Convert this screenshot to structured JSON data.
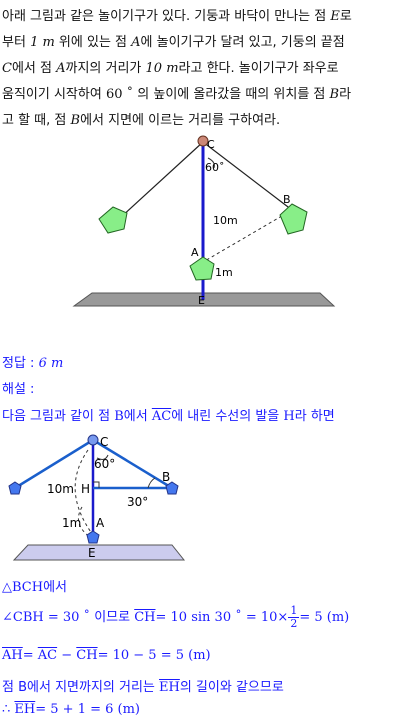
{
  "problem": {
    "l1": "아래 그림과 같은 놀이기구가 있다. 기둥과 바닥이 만나는 점 ",
    "E": "E",
    "l1b": "로",
    "l2a": "부터 ",
    "m1": "1 m",
    "l2b": " 위에 있는 점 ",
    "A": "A",
    "l2c": "에 놀이기구가 달려 있고, 기둥의 끝점",
    "C": "C",
    "l3a": "에서 점 ",
    "A2": "A",
    "l3b": "까지의 거리가 ",
    "m10": "10 m",
    "l3c": "라고 한다. 놀이기구가 좌우로",
    "l4a": "움직이기 시작하여 ",
    "deg60": "60 ˚",
    "l4b": " 의 높이에 올라갔을 때의 위치를 점 ",
    "B": "B",
    "l4c": "라",
    "l5a": "고 할 때, 점 ",
    "B2": "B",
    "l5b": "에서 지면에 이르는 거리를 구하여라."
  },
  "fig1": {
    "C": "C",
    "deg": "60˚",
    "B": "B",
    "len10": "10m",
    "A": "A",
    "len1": "1m",
    "E": "E"
  },
  "answer": {
    "label": "정답 : ",
    "value": "6 m"
  },
  "explain": {
    "label": "해설 :",
    "line1a": "다음 그림과 같이 점 ",
    "line1B": "B",
    "line1b": "에서 ",
    "line1AC": "AC",
    "line1c": "에 내린 수선의 발을 ",
    "line1H": "H",
    "line1d": "라 하면"
  },
  "fig2": {
    "C": "C",
    "deg60": "60°",
    "B": "B",
    "len10": "10m",
    "H": "H",
    "deg30": "30°",
    "len1": "1m",
    "A": "A",
    "E": "E"
  },
  "calc": {
    "tri": "△BCH",
    "tri_suffix": "에서",
    "angle": "∠CBH = 30 ˚",
    "angle_suffix": " 이므로 ",
    "CH": "CH",
    "eq1": "= 10 sin 30 ˚ = 10×",
    "num": "1",
    "den": "2",
    "eq1b": "= 5 (m)",
    "AH": "AH",
    "eq2a": "= ",
    "AC": "AC",
    "eq2b": " − ",
    "CH2": "CH",
    "eq2c": "= 10 − 5 = 5 (m)",
    "line3a": "점 B에서 지면까지의 거리는 ",
    "EH": "EH",
    "line3b": "의 길이와 같으므로",
    "therefore": "∴",
    "EH2": "EH",
    "eq4": "= 5 + 1 = 6 (m)"
  },
  "colors": {
    "blue": "#1a1aff",
    "pentagon": "#88ee88",
    "pole": "#1a1acc",
    "ground": "#999999"
  }
}
